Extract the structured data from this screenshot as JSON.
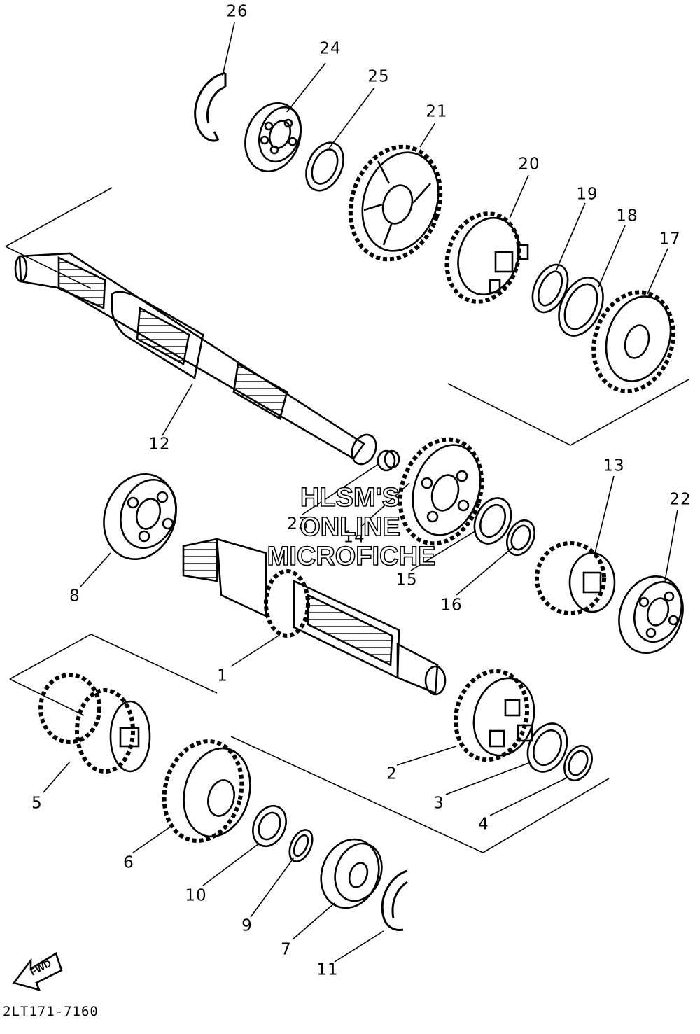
{
  "diagram": {
    "part_labels": [
      "26",
      "24",
      "25",
      "21",
      "20",
      "19",
      "18",
      "17",
      "12",
      "23",
      "14",
      "15",
      "16",
      "13",
      "22",
      "8",
      "1",
      "5",
      "6",
      "10",
      "9",
      "7",
      "11",
      "2",
      "3",
      "4"
    ],
    "watermark": {
      "line1": "HLSM'S",
      "line2": "ONLINE",
      "line3": "MICROFICHE"
    },
    "fwd_label": "FWD",
    "drawing_code": "2LT171-7160"
  }
}
